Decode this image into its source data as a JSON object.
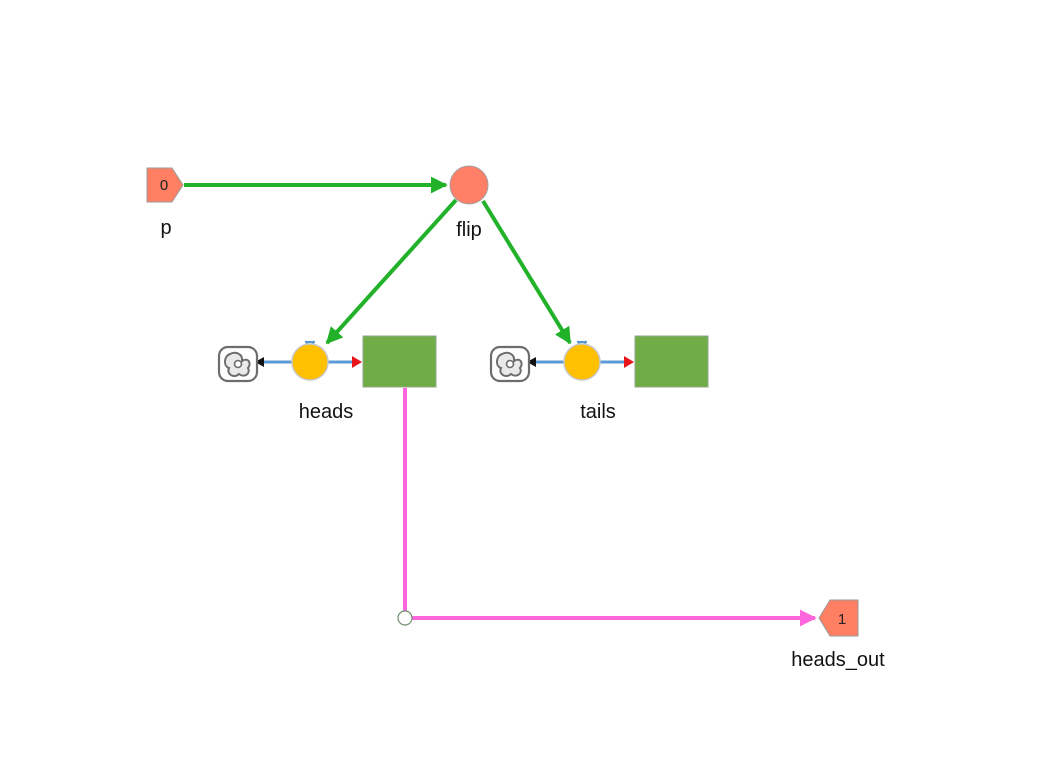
{
  "diagram": {
    "nodes": {
      "p": {
        "label": "p",
        "type": "input-port",
        "port_number": "0"
      },
      "flip": {
        "label": "flip",
        "type": "auxiliary"
      },
      "heads": {
        "label": "heads",
        "type": "stock-with-outflow"
      },
      "tails": {
        "label": "tails",
        "type": "stock-with-outflow"
      },
      "heads_out": {
        "label": "heads_out",
        "type": "output-port",
        "port_number": "1"
      }
    },
    "links": [
      {
        "from": "p",
        "to": "flip",
        "kind": "information-link"
      },
      {
        "from": "flip",
        "to": "heads",
        "kind": "information-link"
      },
      {
        "from": "flip",
        "to": "tails",
        "kind": "information-link"
      },
      {
        "from": "heads",
        "to": "heads_out",
        "kind": "output-connector"
      }
    ],
    "icons": [
      "cloud-icon",
      "flow-valve-icon",
      "stock-box"
    ],
    "colors": {
      "port_fill": "#FF7F63",
      "aux_fill": "#FF8066",
      "valve_fill": "#FFC000",
      "stock_fill": "#70AD47",
      "info_link": "#22B22A",
      "output_connector": "#FF66DD",
      "flow_pipe": "#5B9BD5",
      "flow_arrow": "#E8141C"
    }
  }
}
